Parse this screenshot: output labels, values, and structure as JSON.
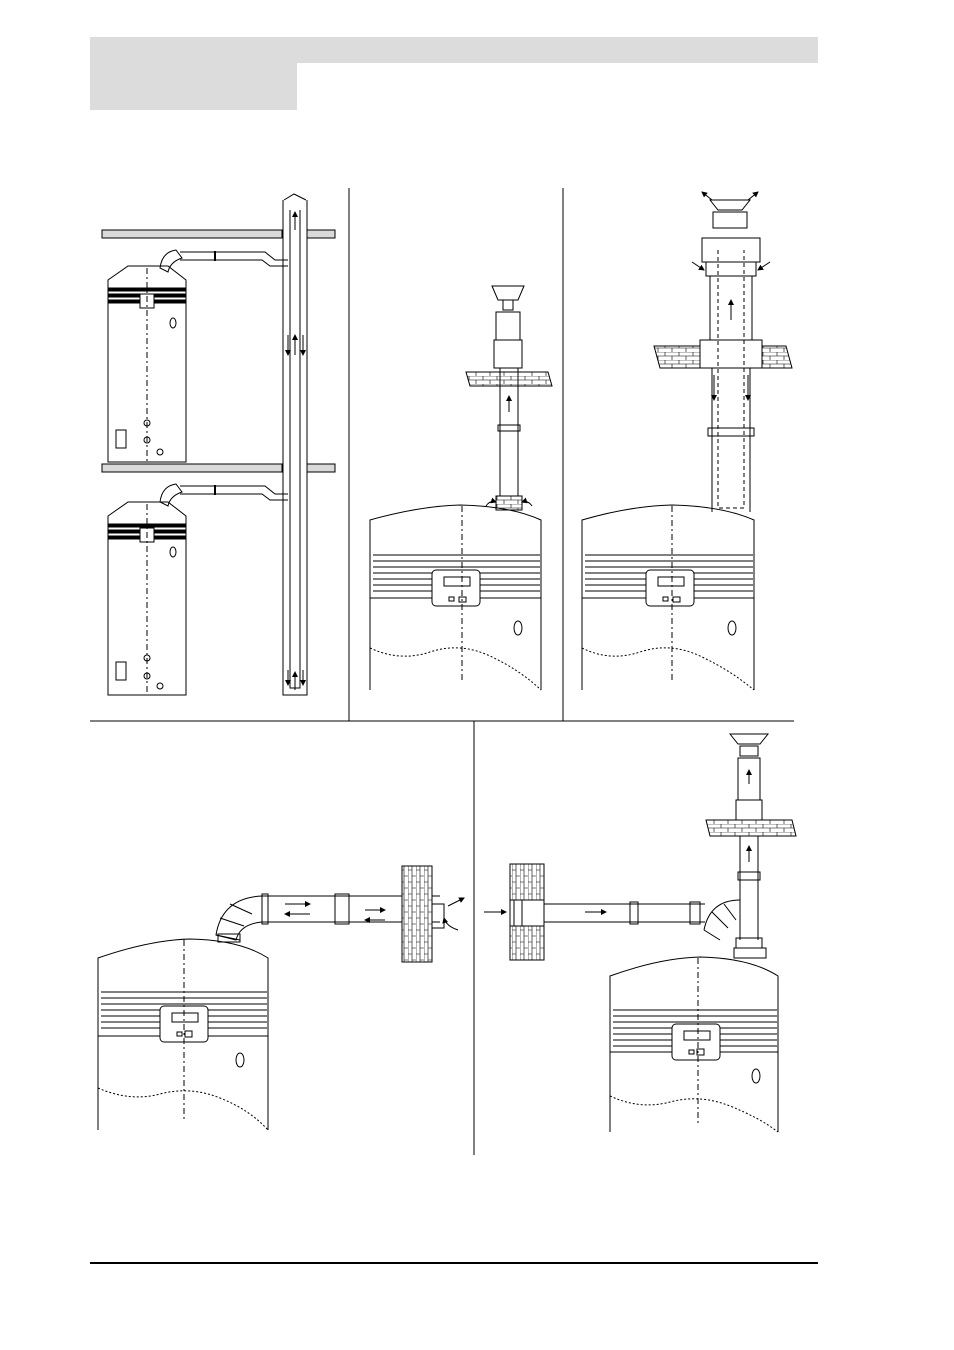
{
  "header": {
    "title": "",
    "subtitle": ""
  },
  "footer": {
    "text": "",
    "page_number": ""
  },
  "figure": {
    "panels": [
      {
        "id": "a",
        "label": "",
        "description_icon": "multi-storey-flue-icon"
      },
      {
        "id": "b",
        "label": "",
        "description_icon": "vertical-flue-icon"
      },
      {
        "id": "c",
        "label": "",
        "description_icon": "vertical-coaxial-flue-icon"
      },
      {
        "id": "d",
        "label": "",
        "description_icon": "horizontal-wall-flue-icon"
      },
      {
        "id": "e",
        "label": "",
        "description_icon": "separate-inlet-vertical-flue-icon"
      }
    ]
  },
  "colors": {
    "ink": "#000000",
    "band": "#dcdcdc",
    "slab": "#d9d9d9"
  }
}
